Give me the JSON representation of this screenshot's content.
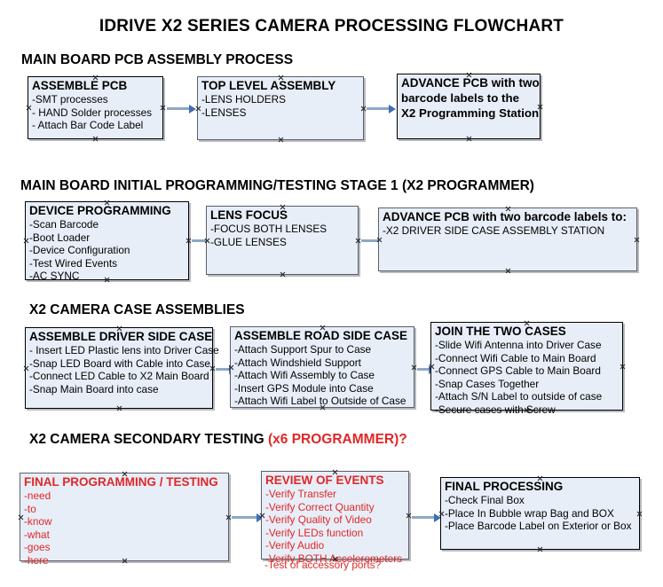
{
  "title": "IDRIVE X2  SERIES CAMERA PROCESSING FLOWCHART",
  "sections": [
    {
      "header": "MAIN BOARD PCB ASSEMBLY PROCESS",
      "header_accent": "",
      "boxes": [
        {
          "title": "ASSEMBLE PCB",
          "lines": [
            " -SMT processes",
            "- HAND Solder processes",
            "- Attach Bar Code Label"
          ]
        },
        {
          "title": "TOP LEVEL ASSEMBLY",
          "lines": [
            "-LENS HOLDERS",
            "-LENSES"
          ]
        },
        {
          "title": "ADVANCE PCB with two",
          "lines": [
            "barcode labels to the",
            " X2 Programming Station"
          ]
        }
      ]
    },
    {
      "header": "MAIN BOARD INITIAL PROGRAMMING/TESTING STAGE 1 (X2 PROGRAMMER)",
      "header_accent": "",
      "boxes": [
        {
          "title": "DEVICE PROGRAMMING",
          "lines": [
            "-Scan Barcode",
            "-Boot Loader",
            "-Device Configuration",
            "-Test Wired Events",
            "-AC SYNC"
          ]
        },
        {
          "title": "LENS FOCUS",
          "lines": [
            "-FOCUS BOTH LENSES",
            "-GLUE LENSES"
          ]
        },
        {
          "title": "ADVANCE PCB with two barcode labels to:",
          "lines": [
            "-X2 DRIVER  SIDE  CASE  ASSEMBLY STATION"
          ]
        }
      ]
    },
    {
      "header": "X2 CAMERA CASE ASSEMBLIES",
      "header_accent": "",
      "boxes": [
        {
          "title": "ASSEMBLE DRIVER SIDE CASE",
          "lines": [
            " - Insert LED Plastic lens into Driver Case",
            "-Snap LED Board with Cable into Case",
            "-Connect LED Cable to X2 Main Board",
            "-Snap Main Board into case"
          ]
        },
        {
          "title": "ASSEMBLE ROAD SIDE CASE",
          "lines": [
            "-Attach Support Spur to Case",
            "-Attach Windshield Support",
            "-Attach Wifi Assembly to Case",
            "-Insert GPS Module into Case",
            "-Attach Wifi Label to Outside of Case"
          ]
        },
        {
          "title": "JOIN THE TWO CASES",
          "lines": [
            "-Slide Wifi Antenna into Driver Case",
            "-Connect Wifi Cable to Main Board",
            "-Connect GPS Cable to Main Board",
            "-Snap Cases Together",
            "-Attach S/N Label to outside of case",
            "-Secure cases with Screw"
          ]
        }
      ]
    },
    {
      "header": "X2 CAMERA SECONDARY TESTING ",
      "header_accent": "(x6 PROGRAMMER)?",
      "boxes": [
        {
          "title": "FINAL PROGRAMMING / TESTING",
          "lines": [
            "-need",
            "-to",
            "-know",
            "-what",
            "-goes",
            "-here"
          ]
        },
        {
          "title": "REVIEW OF EVENTS",
          "lines": [
            "-Verify Transfer",
            "-Verify Correct Quantity",
            "-Verify Quality of Video",
            "-Verify LEDs function",
            "-Verify Audio",
            "-Verify BOTH Accelerometers"
          ],
          "overflow_line": "-Test of accessory ports?"
        },
        {
          "title": "FINAL PROCESSING",
          "lines": [
            " -Check Final Box",
            "-Place In Bubble wrap Bag and BOX",
            "-Place Barcode Label on Exterior or Box"
          ]
        }
      ]
    }
  ],
  "colors": {
    "box_fill": "#e8eef8",
    "box_border": "#000000",
    "arrow_line": "#8ca8c4",
    "arrow_head": "#3f6fb5",
    "accent_red": "#e02727",
    "text": "#000000"
  }
}
